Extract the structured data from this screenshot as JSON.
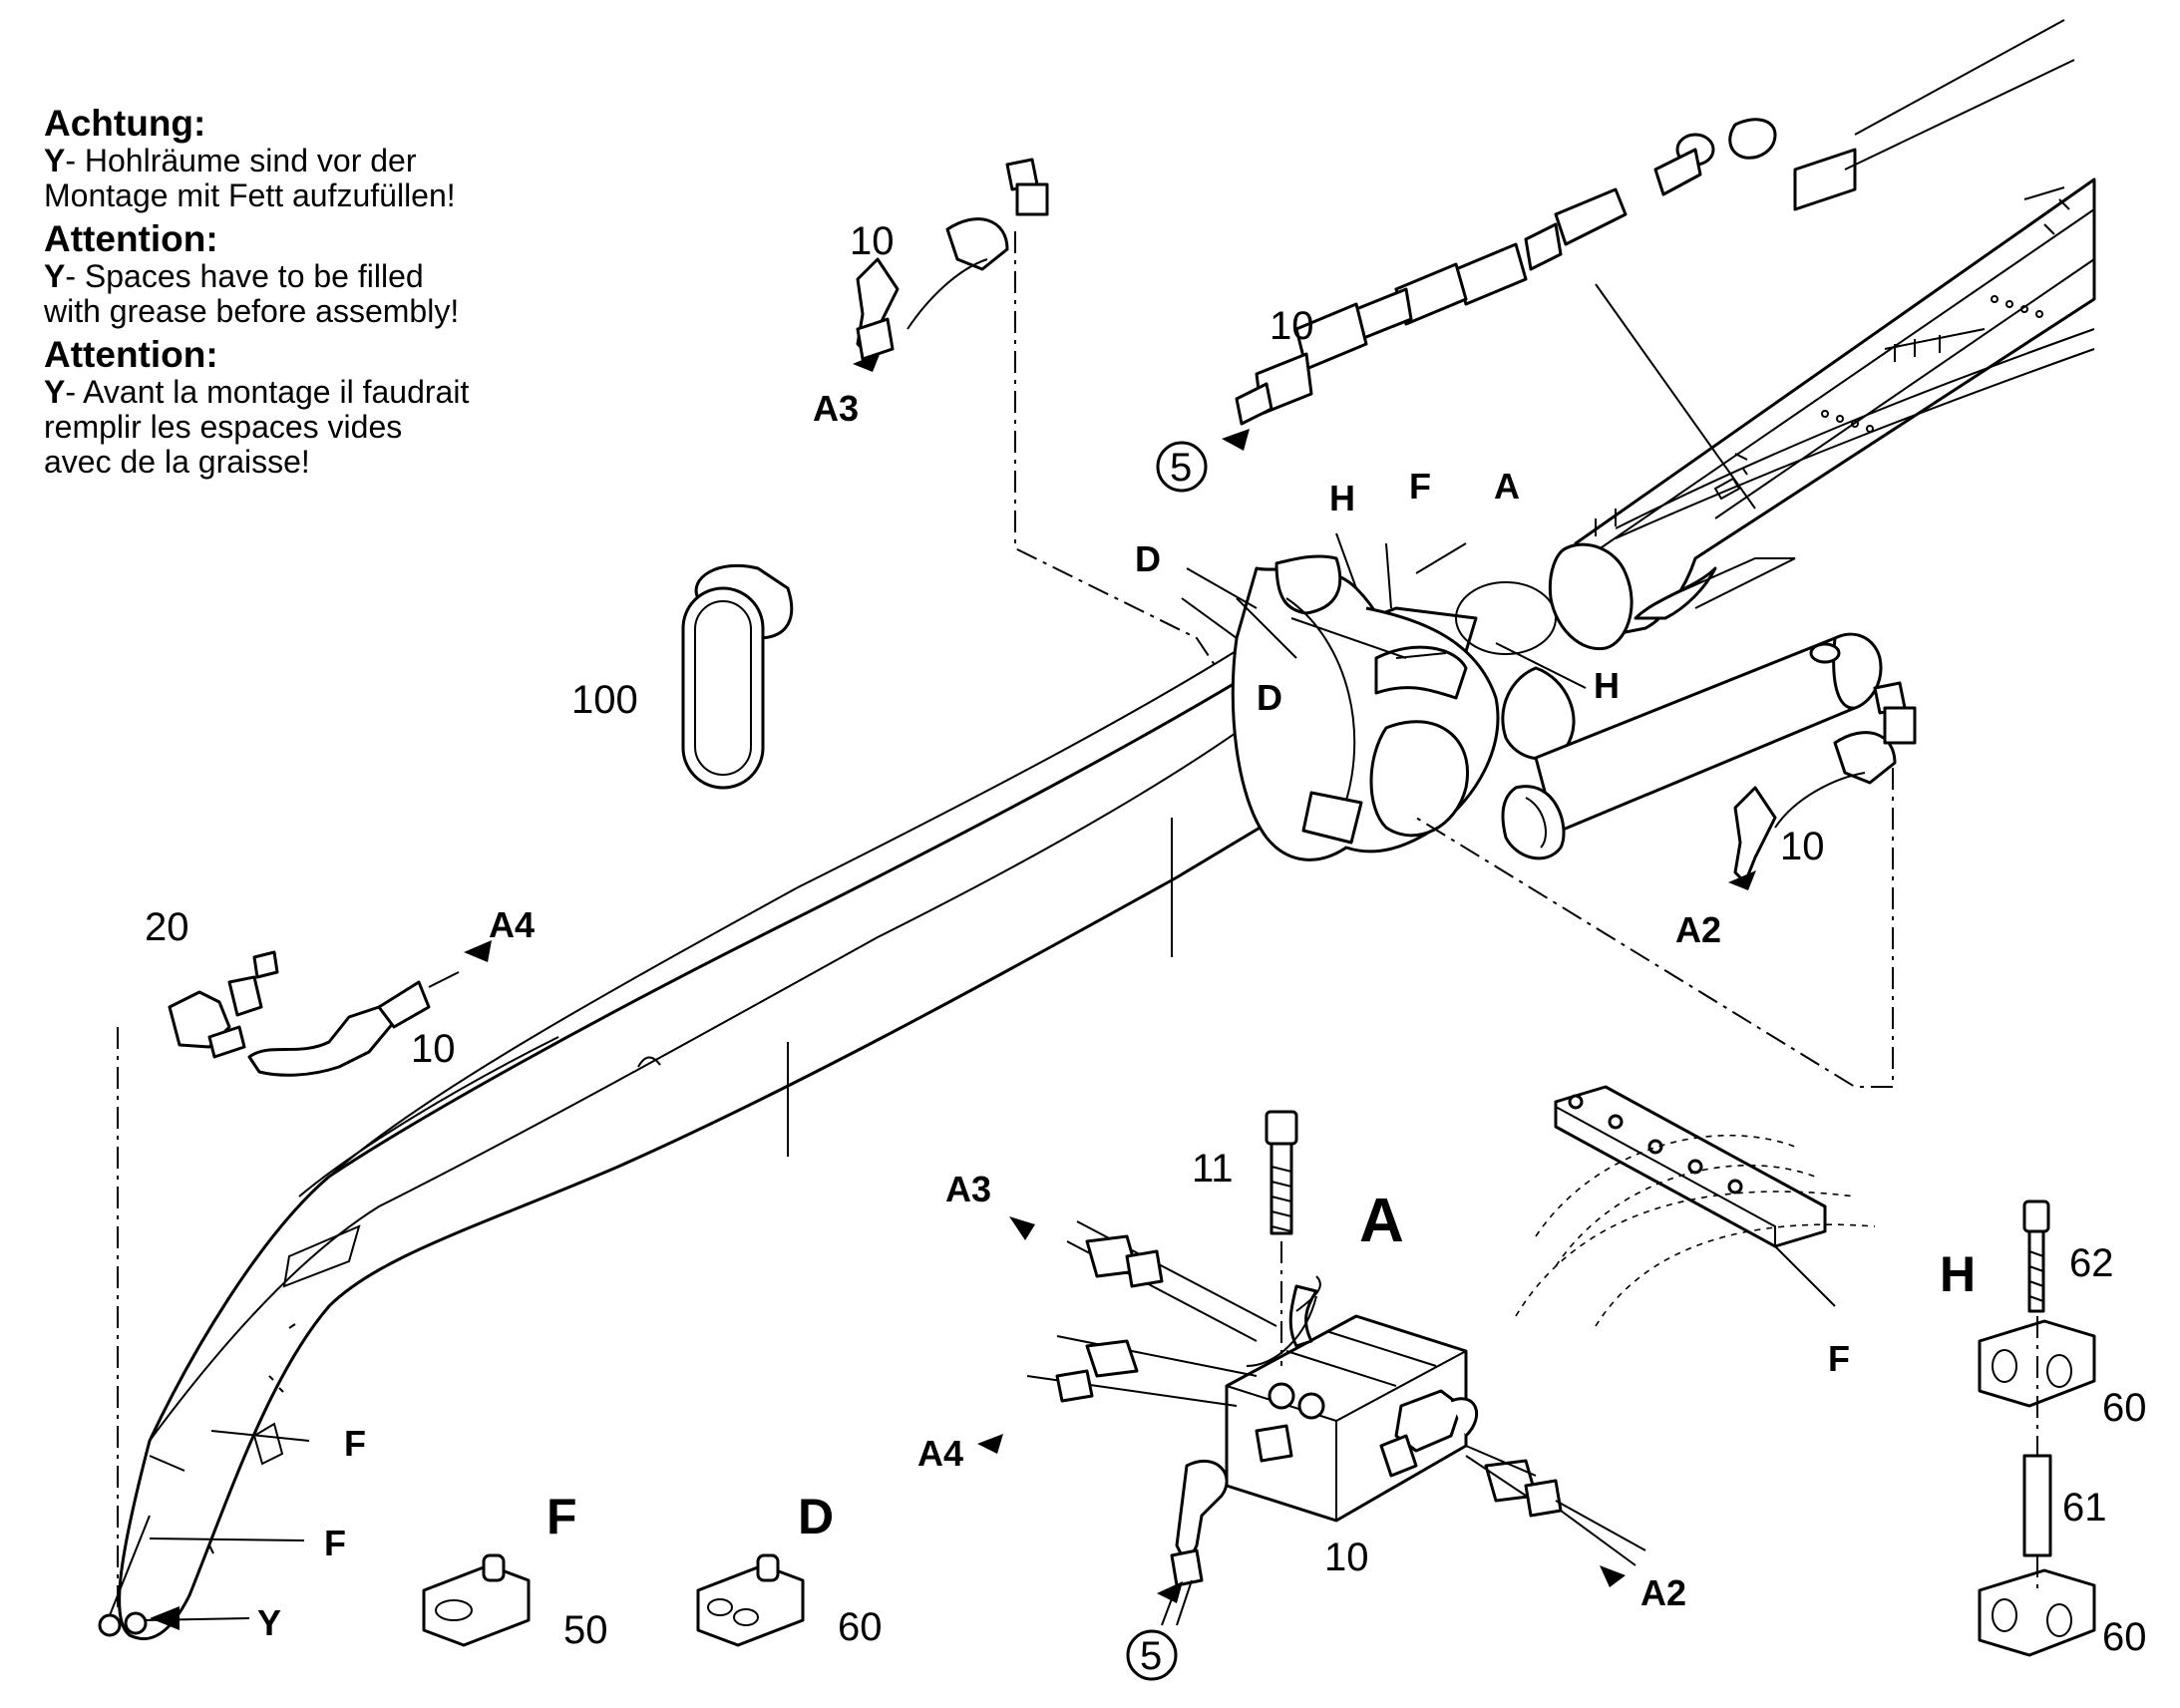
{
  "notes": [
    {
      "heading": "Achtung:",
      "marker": "Y",
      "text": "- Hohlräume sind vor der",
      "text2": "Montage mit Fett aufzufüllen!"
    },
    {
      "heading": "Attention:",
      "marker": "Y",
      "text": "- Spaces have to be filled",
      "text2": "with grease before assembly!"
    },
    {
      "heading": "Attention:",
      "marker": "Y",
      "text": "- Avant la montage il faudrait",
      "text2": "remplir les espaces vides",
      "text3": "avec de la graisse!"
    }
  ],
  "labels": {
    "p10_a": "10",
    "p10_b": "10",
    "p10_c": "10",
    "p10_d": "10",
    "p10_e": "10",
    "p5_a": "5",
    "p5_b": "5",
    "p100": "100",
    "p20": "20",
    "p11": "11",
    "p50": "50",
    "p60_a": "60",
    "p60_b": "60",
    "p60_c": "60",
    "p61": "61",
    "p62": "62",
    "a2_a": "A2",
    "a2_b": "A2",
    "a3_a": "A3",
    "a3_b": "A3",
    "a4_a": "A4",
    "a4_b": "A4",
    "d_a": "D",
    "d_b": "D",
    "f_a": "F",
    "f_b": "F",
    "f_c": "F",
    "f_d": "F",
    "h_a": "H",
    "h_b": "H",
    "a_a": "A",
    "y": "Y",
    "detail_a": "A",
    "detail_f": "F",
    "detail_d": "D",
    "detail_h": "H"
  }
}
